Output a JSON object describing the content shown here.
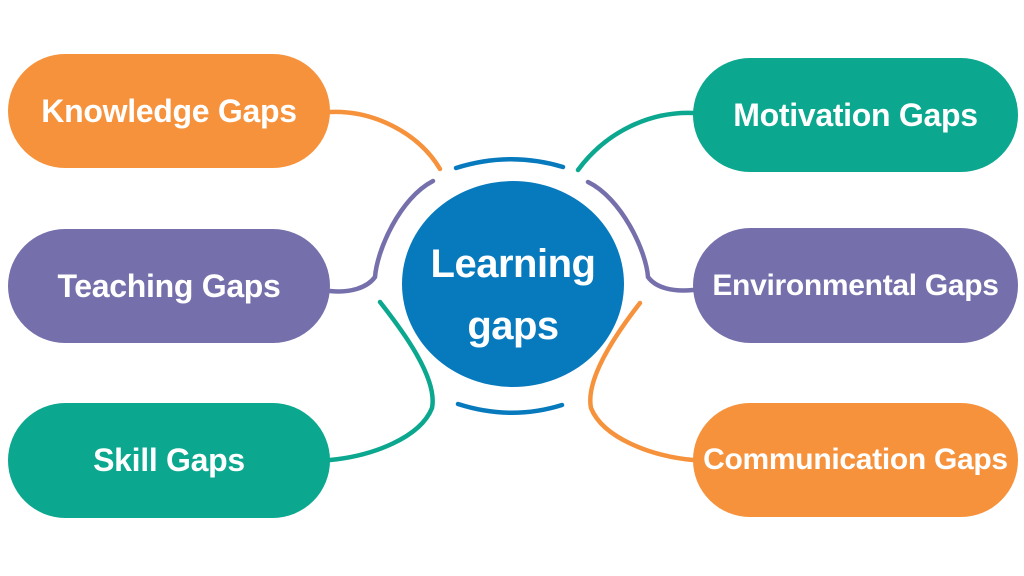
{
  "diagram": {
    "title": "Learning gaps",
    "background": "#FFFFFF",
    "center": {
      "line1": "Learning",
      "line2": "gaps",
      "color": "#077ABE",
      "text_color": "#FFFFFF"
    },
    "nodes": [
      {
        "id": "knowledge",
        "label": "Knowledge Gaps",
        "color": "#F6923C",
        "position": "top-left"
      },
      {
        "id": "teaching",
        "label": "Teaching Gaps",
        "color": "#7570AB",
        "position": "middle-left"
      },
      {
        "id": "skill",
        "label": "Skill Gaps",
        "color": "#0BA78F",
        "position": "bottom-left"
      },
      {
        "id": "motivation",
        "label": "Motivation Gaps",
        "color": "#0BA78F",
        "position": "top-right"
      },
      {
        "id": "environmental",
        "label": "Environmental Gaps",
        "color": "#7570AB",
        "position": "middle-right"
      },
      {
        "id": "communication",
        "label": "Communication Gaps",
        "color": "#F6923C",
        "position": "bottom-right"
      }
    ]
  }
}
